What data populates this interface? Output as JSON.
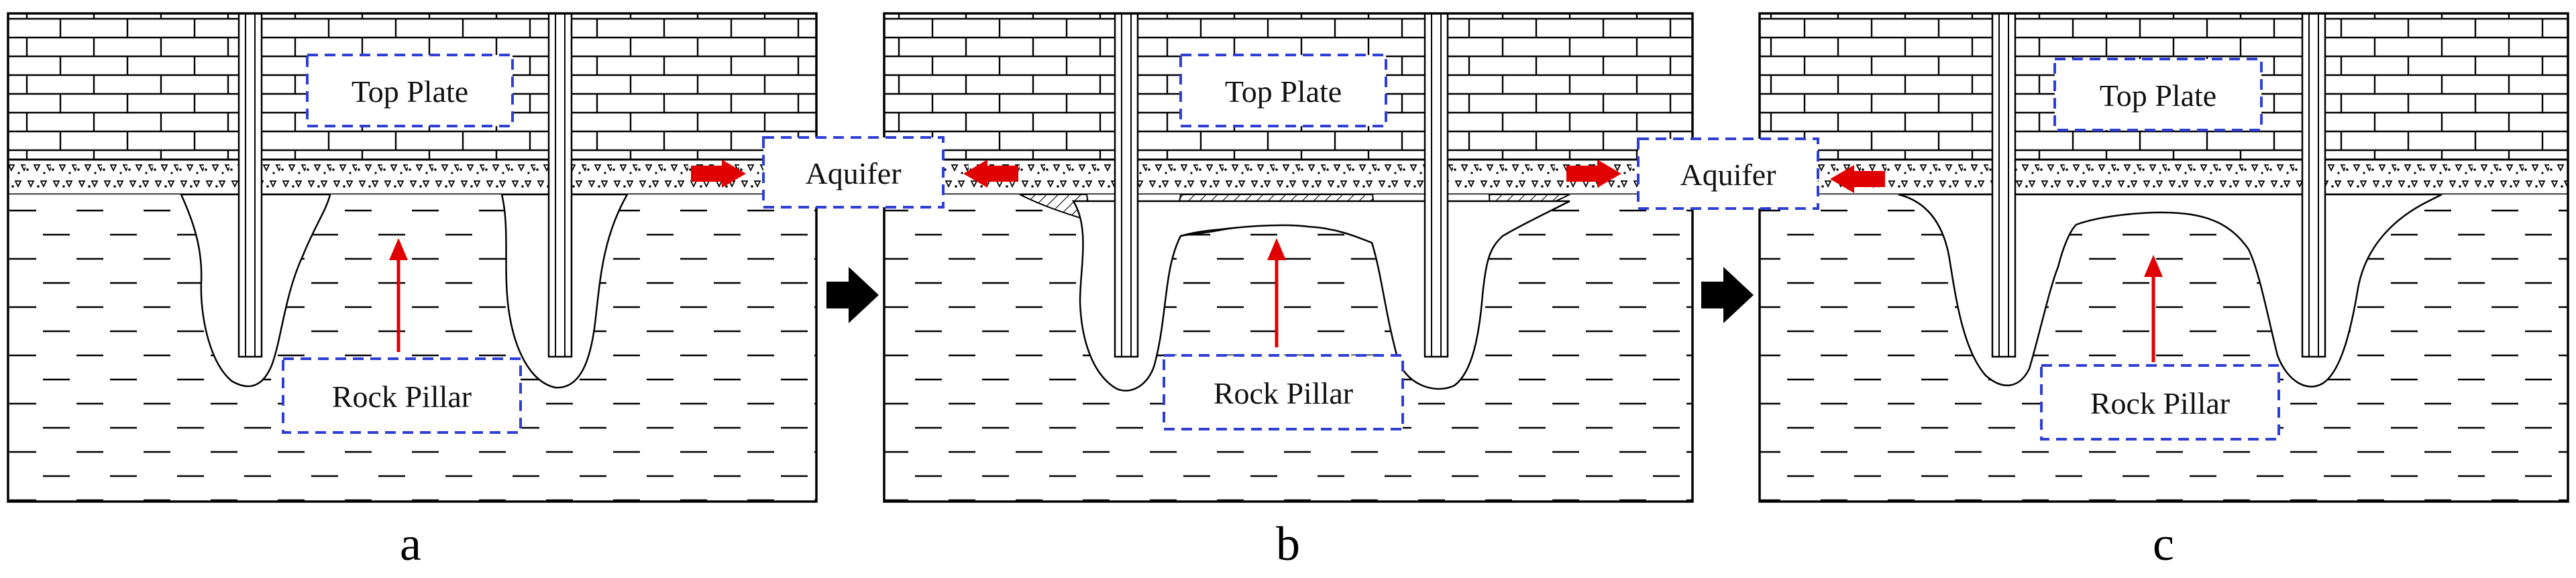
{
  "panels": [
    {
      "id": "a",
      "caption": "a",
      "top_label": "Top Plate",
      "bottom_label": "Rock Pillar"
    },
    {
      "id": "b",
      "caption": "b",
      "top_label": "Top Plate",
      "bottom_label": "Rock Pillar"
    },
    {
      "id": "c",
      "caption": "c",
      "top_label": "Top Plate",
      "bottom_label": "Rock Pillar"
    }
  ],
  "aquifer_labels": [
    "Aquifer",
    "Aquifer"
  ],
  "colors": {
    "arrow_red": "#e00000",
    "label_border_blue": "#2e3fd6",
    "step_arrow": "#000000",
    "line": "#000000"
  }
}
